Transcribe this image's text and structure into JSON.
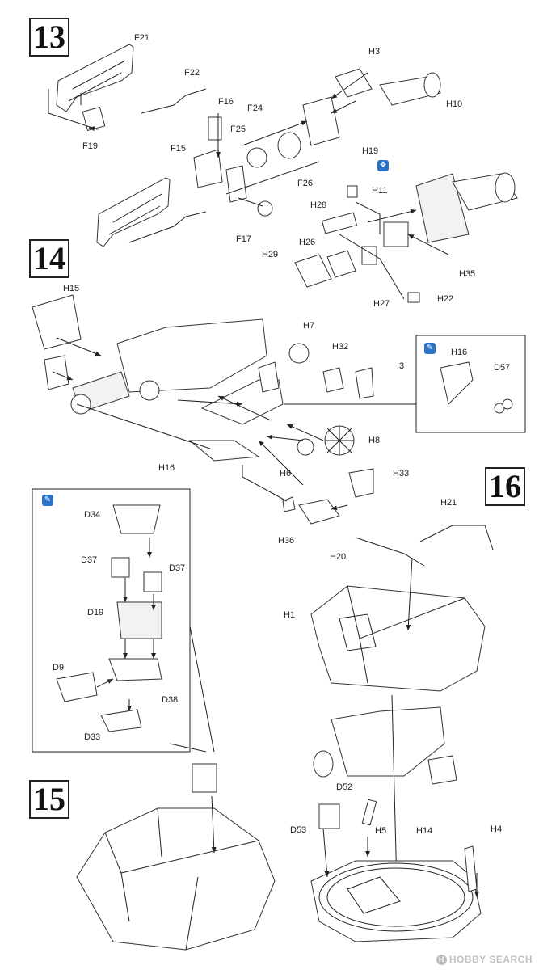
{
  "steps": [
    "13",
    "14",
    "15",
    "16"
  ],
  "labels": {
    "F21": "F21",
    "F22": "F22",
    "F19": "F19",
    "F16": "F16",
    "F24": "F24",
    "F25": "F25",
    "F15": "F15",
    "F17": "F17",
    "F26": "F26",
    "H3": "H3",
    "H10": "H10",
    "H19": "H19",
    "H11": "H11",
    "H28": "H28",
    "H26": "H26",
    "H29": "H29",
    "H27": "H27",
    "H22": "H22",
    "H35": "H35",
    "H15": "H15",
    "H7": "H7",
    "H32": "H32",
    "I3": "I3",
    "H16a": "H16",
    "D57": "D57",
    "H8": "H8",
    "H6": "H6",
    "H16b": "H16",
    "H33": "H33",
    "H36": "H36",
    "D34": "D34",
    "D37a": "D37",
    "D37b": "D37",
    "D19": "D19",
    "D9": "D9",
    "D38": "D38",
    "D33": "D33",
    "H21": "H21",
    "H20": "H20",
    "H1": "H1",
    "D52": "D52",
    "D53": "D53",
    "H5": "H5",
    "H14": "H14",
    "H4": "H4"
  },
  "icons": [
    "option-icon",
    "cement-icon"
  ],
  "watermark": "HOBBY SEARCH"
}
